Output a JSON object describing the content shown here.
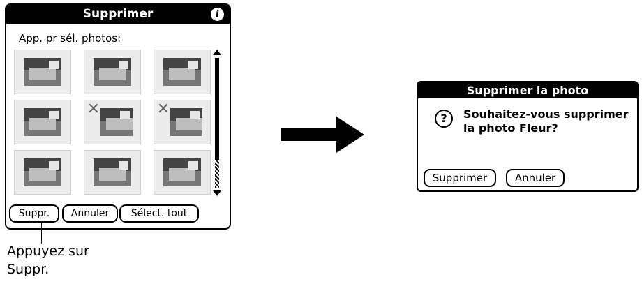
{
  "screen": {
    "title": "Supprimer",
    "info_icon": "i",
    "instruction": "App. pr sél. photos:",
    "thumbnails": [
      {
        "selected": false
      },
      {
        "selected": false
      },
      {
        "selected": false
      },
      {
        "selected": false
      },
      {
        "selected": true
      },
      {
        "selected": true
      },
      {
        "selected": false
      },
      {
        "selected": false
      },
      {
        "selected": false
      }
    ],
    "selected_mark": "✕",
    "buttons": {
      "delete": "Suppr.",
      "cancel": "Annuler",
      "select_all": "Sélect. tout"
    }
  },
  "callout": {
    "line1": "Appuyez sur",
    "line2": "Suppr."
  },
  "dialog": {
    "title": "Supprimer la photo",
    "icon": "?",
    "message": "Souhaitez-vous supprimer la photo Fleur?",
    "buttons": {
      "confirm": "Supprimer",
      "cancel": "Annuler"
    }
  },
  "icons": {
    "info": "info-icon",
    "question": "question-icon",
    "arrow": "right-arrow-icon"
  }
}
